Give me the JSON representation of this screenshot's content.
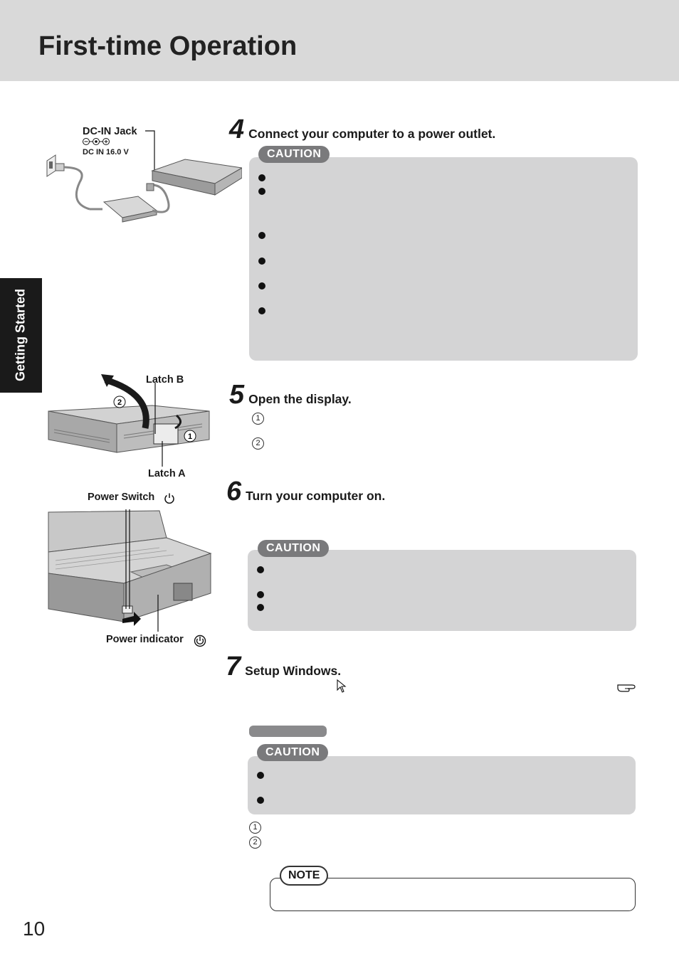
{
  "page": {
    "title": "First-time Operation",
    "side_tab": "Getting Started",
    "page_number": "10"
  },
  "figures": {
    "dc_in_jack_label": "DC-IN Jack",
    "dc_in_rating": "DC IN 16.0 V",
    "latch_b_label": "Latch B",
    "latch_a_label": "Latch A",
    "power_switch_label": "Power Switch",
    "power_indicator_label": "Power indicator",
    "callout_1": "1",
    "callout_2": "2"
  },
  "steps": [
    {
      "num": "4",
      "text": "Connect your computer to a power outlet."
    },
    {
      "num": "5",
      "text": "Open the display."
    },
    {
      "num": "6",
      "text": "Turn your computer on."
    },
    {
      "num": "7",
      "text": "Setup Windows."
    }
  ],
  "labels": {
    "caution": "CAUTION",
    "note": "NOTE",
    "circle_1": "1",
    "circle_2": "2"
  }
}
